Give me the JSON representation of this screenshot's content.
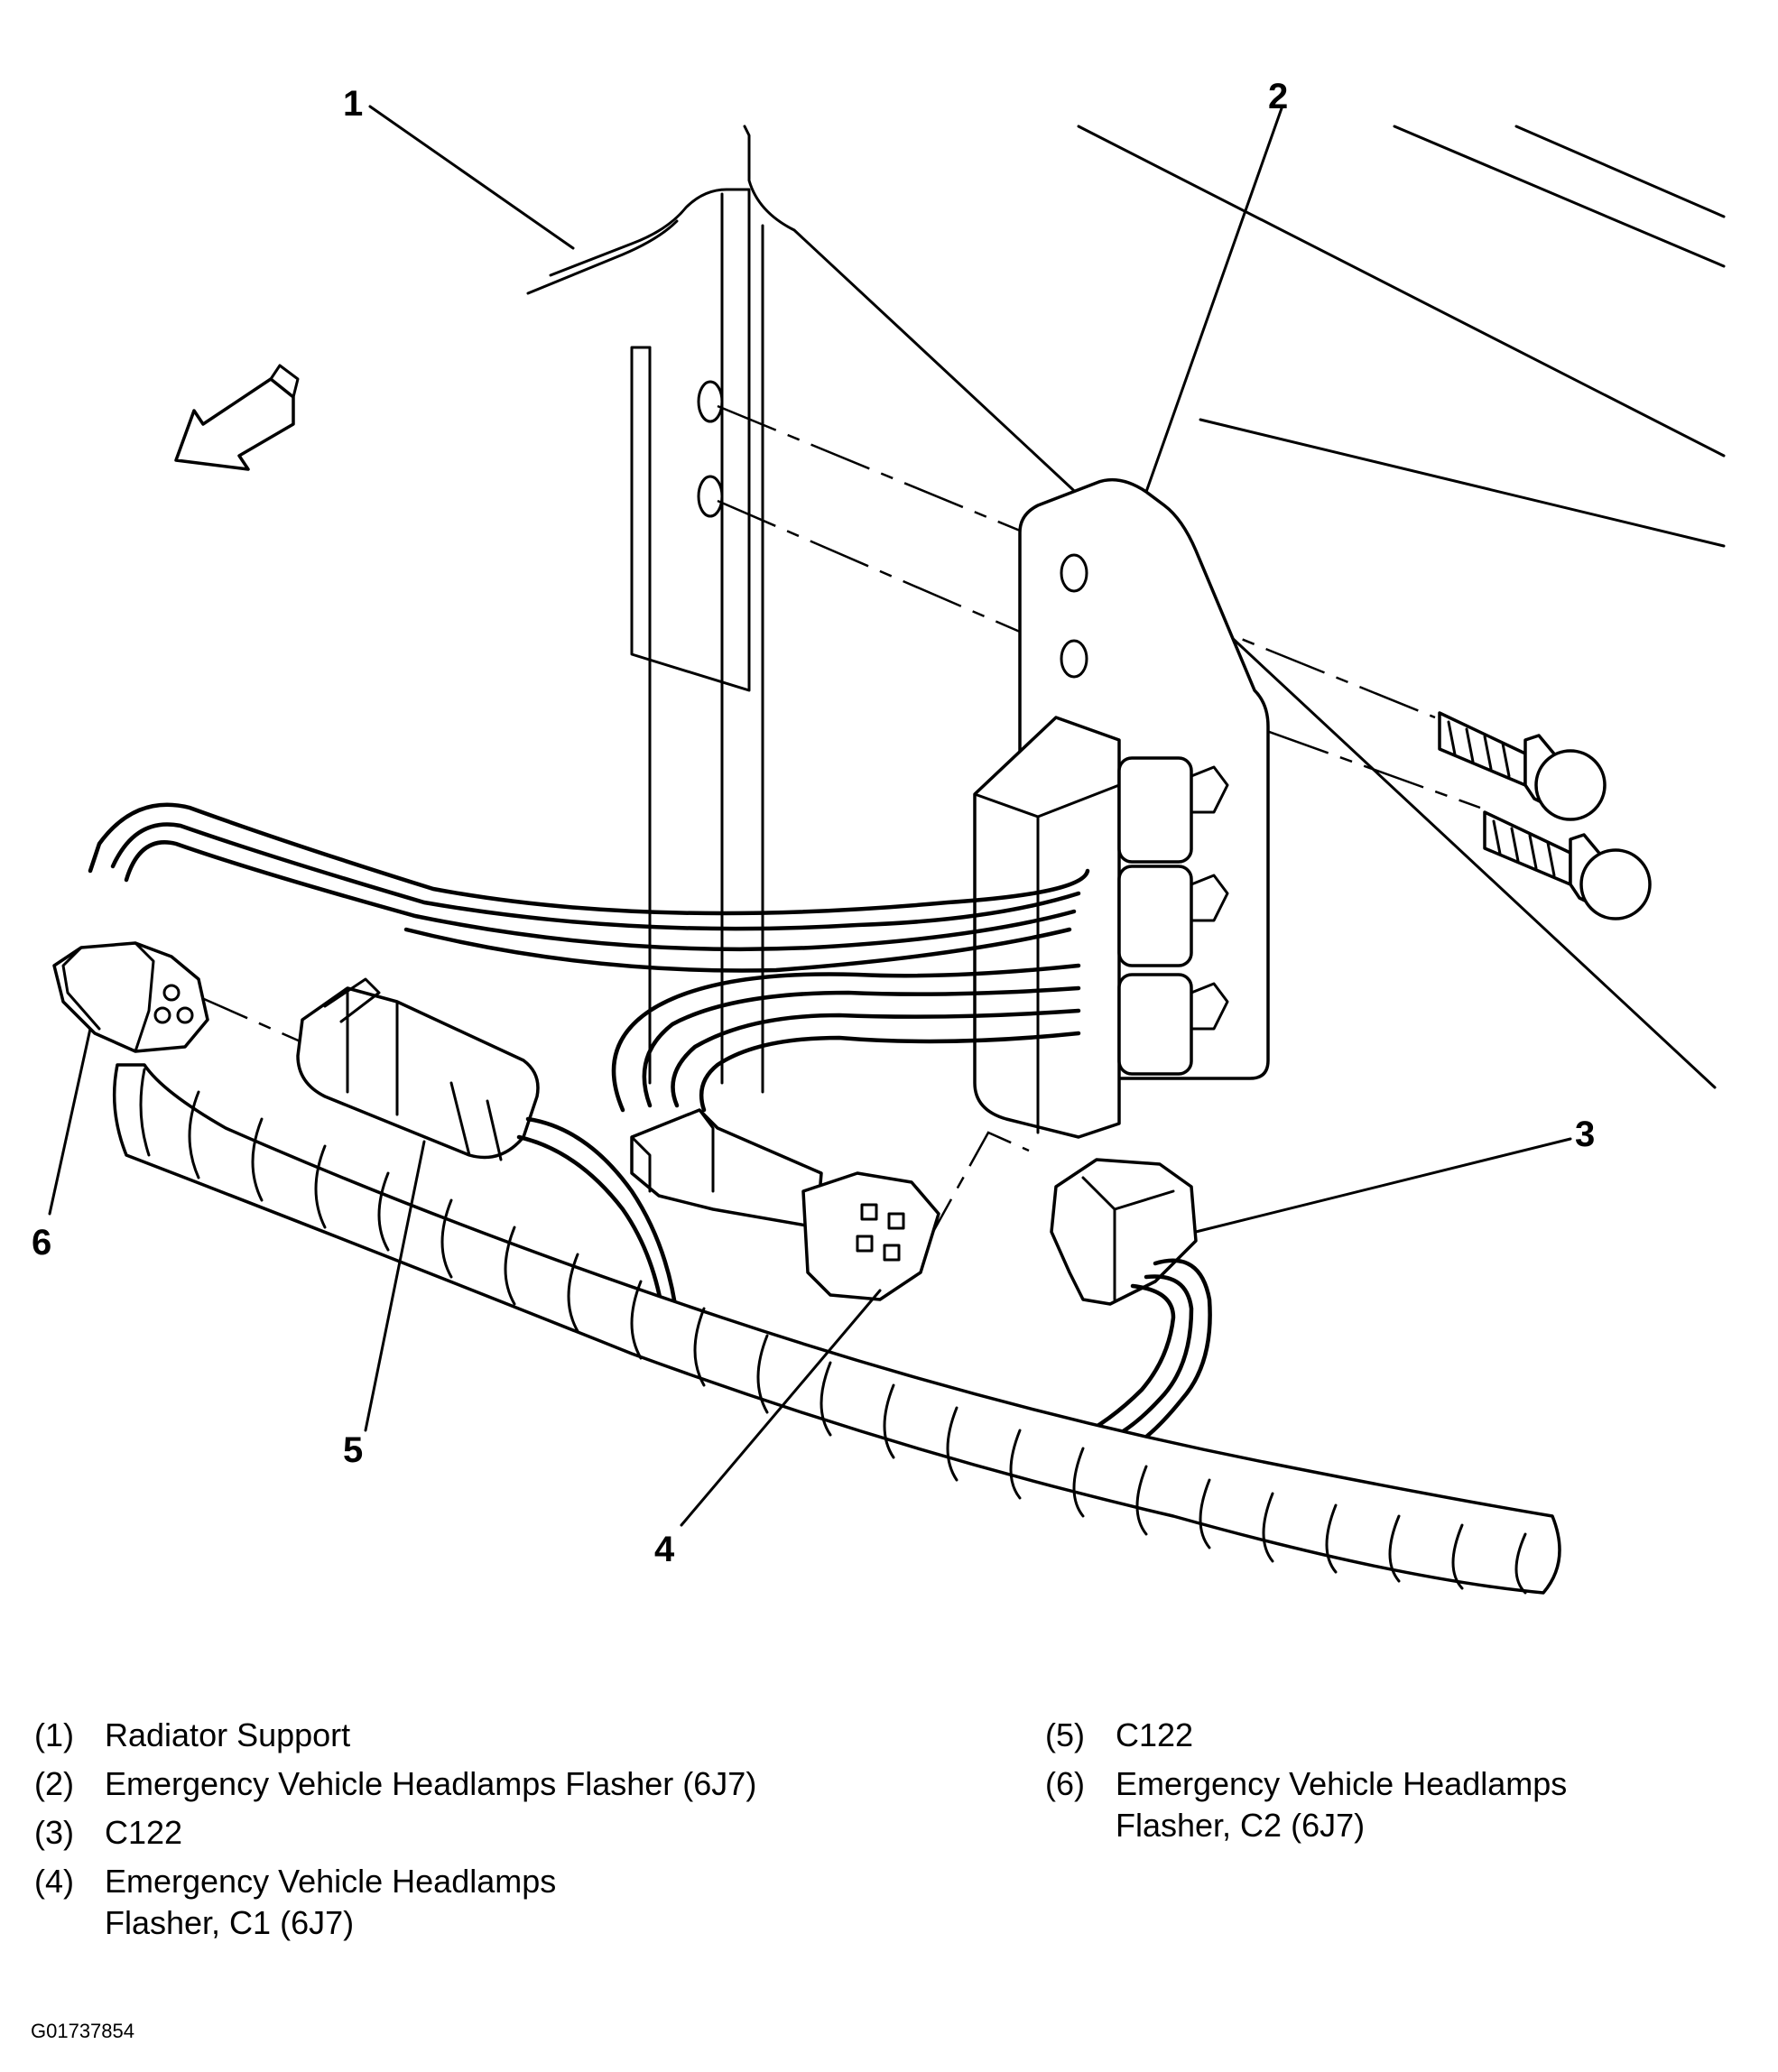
{
  "callouts": [
    "1",
    "2",
    "3",
    "4",
    "5",
    "6"
  ],
  "legend": {
    "left": [
      {
        "num": "(1)",
        "text": "Radiator Support"
      },
      {
        "num": "(2)",
        "text": "Emergency Vehicle Headlamps Flasher (6J7)"
      },
      {
        "num": "(3)",
        "text": "C122"
      },
      {
        "num": "(4)",
        "text": "Emergency Vehicle Headlamps\nFlasher, C1 (6J7)"
      }
    ],
    "right": [
      {
        "num": "(5)",
        "text": "C122"
      },
      {
        "num": "(6)",
        "text": "Emergency Vehicle Headlamps\nFlasher, C2 (6J7)"
      }
    ]
  },
  "figure_id": "G01737854",
  "icons": {
    "direction_arrow": "forward-arrow-icon",
    "bolt": "hex-bolt-icon"
  }
}
